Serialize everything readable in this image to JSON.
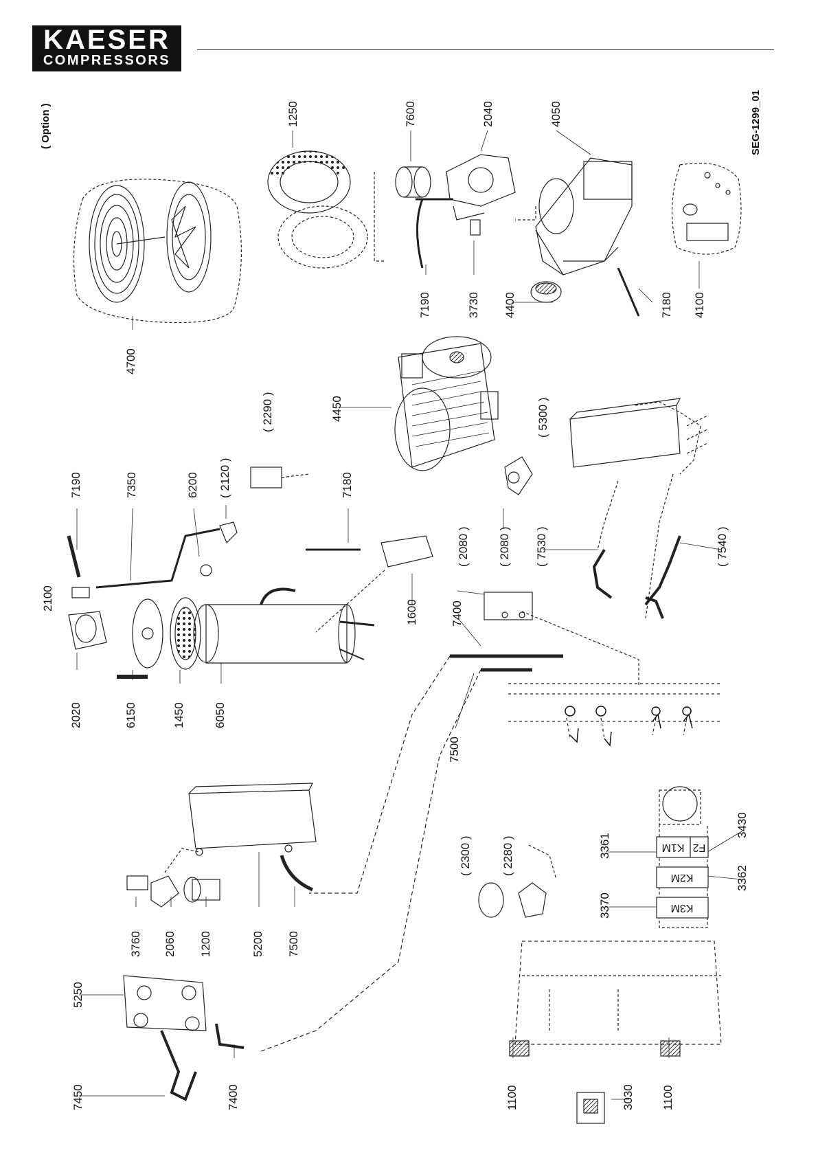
{
  "brand": {
    "line1": "KAESER",
    "line2": "COMPRESSORS"
  },
  "option_label": "( Option )",
  "doc_code": "SEG-1299_01",
  "part_labels": [
    "4700",
    "1250",
    "7600",
    "2040",
    "4050",
    "7190",
    "3730",
    "4400",
    "7180",
    "4100",
    "4450",
    "( 2290 )",
    "7190",
    "7350",
    "6200",
    "( 2120 )",
    "7180",
    "( 5300 )",
    "2100",
    "1600",
    "( 2080 )",
    "( 2080 )",
    "( 7530 )",
    "( 7540 )",
    "7400",
    "2020",
    "6150",
    "1450",
    "6050",
    "7500",
    "( 2300 )",
    "( 2280 )",
    "3361",
    "3430",
    "3362",
    "3370",
    "3760",
    "2060",
    "1200",
    "5200",
    "7500",
    "5250",
    "7450",
    "7400",
    "1100",
    "3030",
    "1100"
  ],
  "contactors": [
    "F2",
    "K1M",
    "K2M",
    "K3M"
  ]
}
